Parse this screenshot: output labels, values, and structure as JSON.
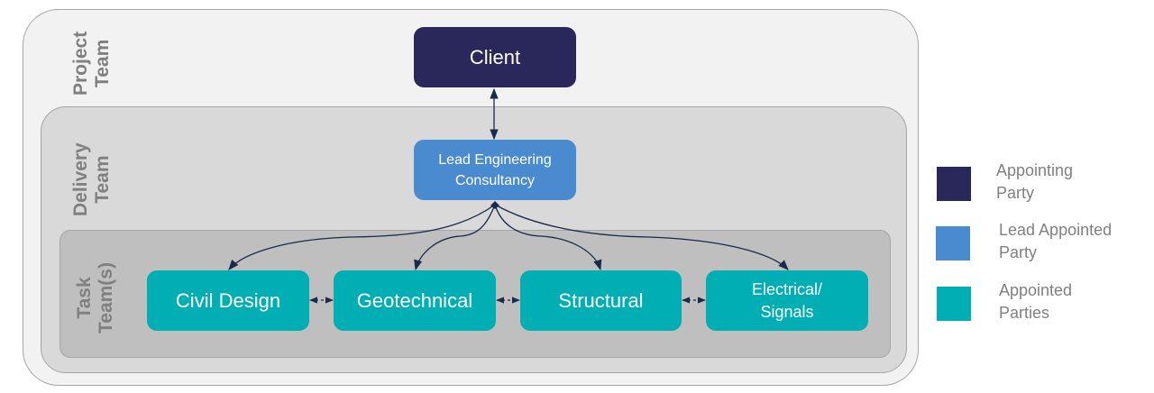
{
  "zones": {
    "project": {
      "label": "Project\nTeam"
    },
    "delivery": {
      "label": "Delivery\nTeam"
    },
    "task": {
      "label": "Task\nTeam(s)"
    }
  },
  "nodes": {
    "client": {
      "label": "Client",
      "role": "Appointing Party"
    },
    "lead": {
      "label": "Lead Engineering\nConsultancy",
      "role": "Lead Appointed Party"
    },
    "civil": {
      "label": "Civil Design",
      "role": "Appointed Party"
    },
    "geo": {
      "label": "Geotechnical",
      "role": "Appointed Party"
    },
    "structural": {
      "label": "Structural",
      "role": "Appointed Party"
    },
    "electrical": {
      "label": "Electrical/\nSignals",
      "role": "Appointed Party"
    }
  },
  "connections": [
    {
      "from": "client",
      "to": "lead",
      "style": "solid",
      "direction": "both"
    },
    {
      "from": "lead",
      "to": "civil",
      "style": "solid",
      "direction": "forward"
    },
    {
      "from": "lead",
      "to": "geo",
      "style": "solid",
      "direction": "forward"
    },
    {
      "from": "lead",
      "to": "structural",
      "style": "solid",
      "direction": "forward"
    },
    {
      "from": "lead",
      "to": "electrical",
      "style": "solid",
      "direction": "forward"
    },
    {
      "from": "civil",
      "to": "geo",
      "style": "dashed",
      "direction": "both"
    },
    {
      "from": "geo",
      "to": "structural",
      "style": "dashed",
      "direction": "both"
    },
    {
      "from": "structural",
      "to": "electrical",
      "style": "dashed",
      "direction": "both"
    }
  ],
  "legend": [
    {
      "label": "Appointing\nParty",
      "color": "#2a285b"
    },
    {
      "label": "Lead Appointed\nParty",
      "color": "#4a8acf"
    },
    {
      "label": "Appointed\nParties",
      "color": "#00aeb3"
    }
  ],
  "colors": {
    "appointing": "#2a285b",
    "lead_appointed": "#4a8acf",
    "appointed": "#00aeb3",
    "connector": "#1a2a4a"
  }
}
